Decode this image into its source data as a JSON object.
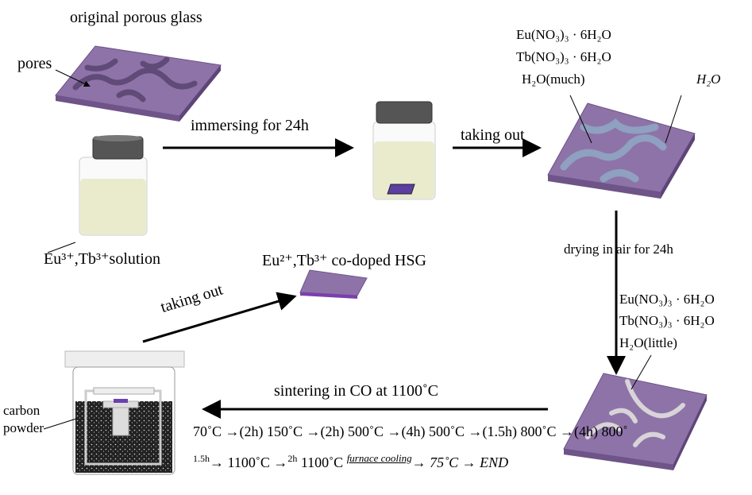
{
  "labels": {
    "original_glass": "original porous glass",
    "pores": "pores",
    "solution": "Eu³⁺,Tb³⁺solution",
    "immersing": "immersing  for 24h",
    "taking_out_1": "taking out",
    "top_right_chem": [
      "Eu(NO₃)₃ · 6H₂O",
      "Tb(NO₃)₃ · 6H₂O",
      "H₂O(much)"
    ],
    "water": "H₂O",
    "drying": "drying in air for 24h",
    "dried_chem": [
      "Eu(NO₃)₃ · 6H₂O",
      "Tb(NO₃)₃ · 6H₂O",
      "H₂O(little)"
    ],
    "sintering": "sintering in CO at 1100˚C",
    "schedule_line1": "70˚C →(2h) 150˚C →(2h) 500˚C →(4h) 500˚C →(1.5h) 800˚C →(4h) 800˚",
    "schedule_line1_parts": [
      "70˚C",
      "2h",
      "150˚C",
      "2h",
      "500˚C",
      "4h",
      "500˚C",
      "1.5h",
      "800˚C",
      "4h",
      "800˚"
    ],
    "schedule_line2_parts": [
      "1.5h",
      "1100˚C",
      "2h",
      "1100˚C",
      "furnace cooling",
      "75˚C → END"
    ],
    "carbon_powder": [
      "carbon",
      "powder"
    ],
    "taking_out_2": "taking out",
    "product": "Eu²⁺,Tb³⁺ co-doped  HSG"
  },
  "colors": {
    "glass": "#8e73a8",
    "glass_edge": "#6e5488",
    "pore": "#5f4a78",
    "solution": "#e9ebcc",
    "cap": "#555555",
    "water_pore": "#8fa0c0",
    "dried_pore": "#d8d4d8"
  }
}
